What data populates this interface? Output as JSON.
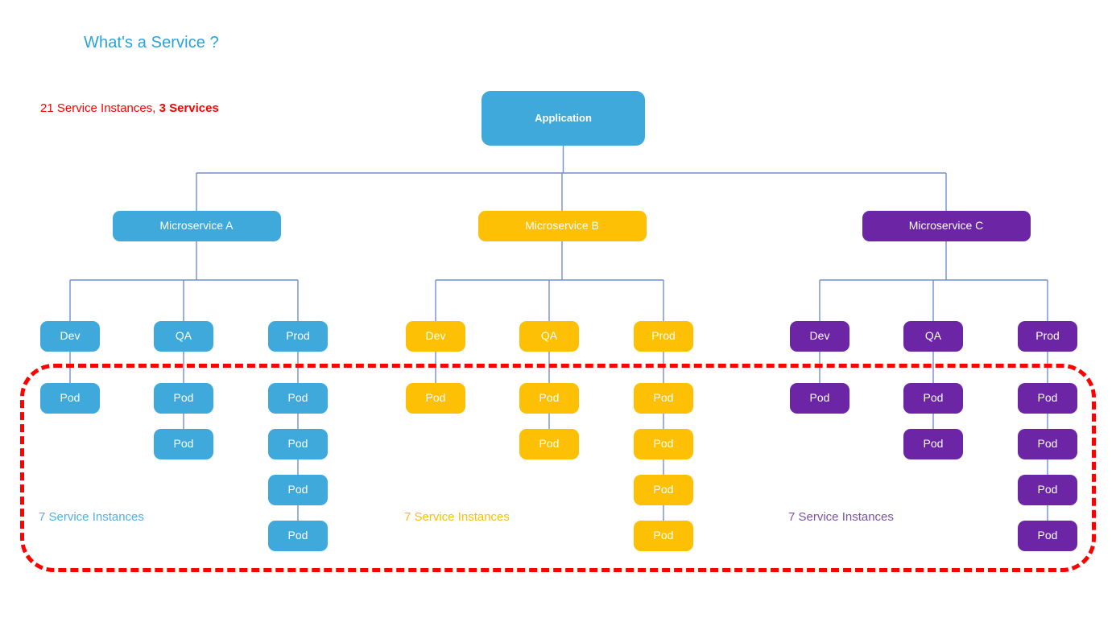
{
  "page": {
    "title": "What's a Service ?",
    "summary_prefix": "21 Service Instances, ",
    "summary_strong": "3 Services",
    "total_service_instances": 21,
    "total_services": 3
  },
  "colors": {
    "title": "#29A3DC",
    "annotation_red": "#FF0000",
    "blue": "#3FA9DB",
    "amber": "#FDC005",
    "purple": "#6B25A5",
    "connector_line": "#6E8FD0",
    "boundary_dashed": "#FF0000"
  },
  "root": {
    "label": "Application",
    "color": "blue"
  },
  "services": [
    {
      "label": "Microservice A",
      "color": "blue",
      "instances_caption": "7 Service Instances",
      "instance_count": 7,
      "environments": [
        {
          "label": "Dev",
          "pods": [
            "Pod"
          ]
        },
        {
          "label": "QA",
          "pods": [
            "Pod",
            "Pod"
          ]
        },
        {
          "label": "Prod",
          "pods": [
            "Pod",
            "Pod",
            "Pod",
            "Pod"
          ]
        }
      ]
    },
    {
      "label": "Microservice B",
      "color": "amber",
      "instances_caption": "7 Service Instances",
      "instance_count": 7,
      "environments": [
        {
          "label": "Dev",
          "pods": [
            "Pod"
          ]
        },
        {
          "label": "QA",
          "pods": [
            "Pod",
            "Pod"
          ]
        },
        {
          "label": "Prod",
          "pods": [
            "Pod",
            "Pod",
            "Pod",
            "Pod"
          ]
        }
      ]
    },
    {
      "label": "Microservice C",
      "color": "purple",
      "instances_caption": "7 Service Instances",
      "instance_count": 7,
      "environments": [
        {
          "label": "Dev",
          "pods": [
            "Pod"
          ]
        },
        {
          "label": "QA",
          "pods": [
            "Pod",
            "Pod"
          ]
        },
        {
          "label": "Prod",
          "pods": [
            "Pod",
            "Pod",
            "Pod",
            "Pod"
          ]
        }
      ]
    }
  ],
  "boundary": {
    "name": "service-instances-highlight",
    "style": "red-dashed-rounded-rectangle"
  }
}
